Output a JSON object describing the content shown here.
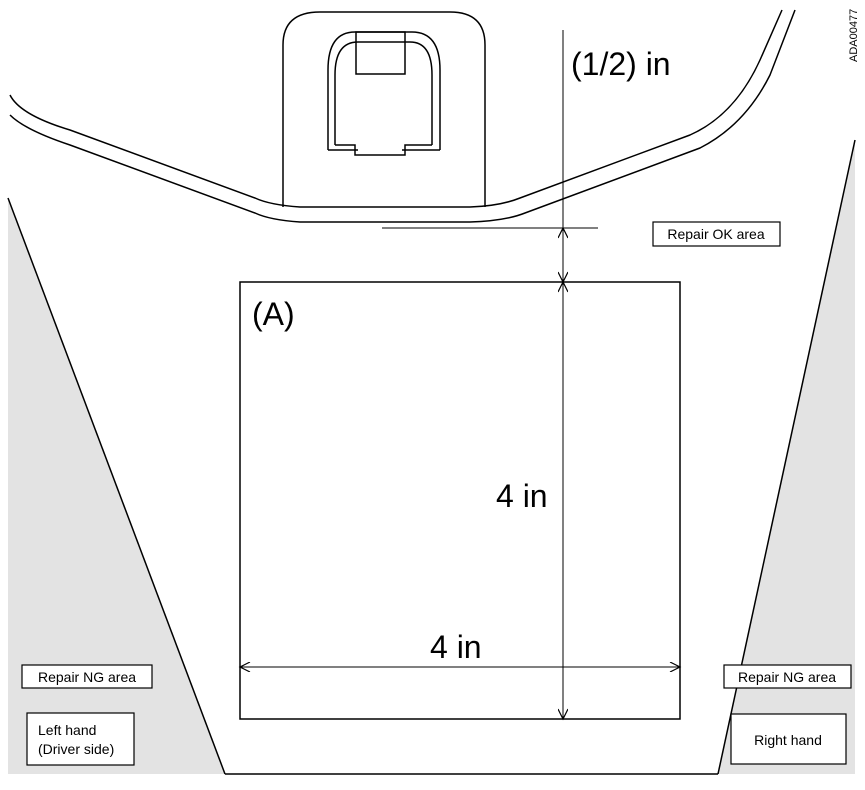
{
  "figure_code": "ADA00477",
  "dimensions": {
    "margin": "(1/2) in",
    "height": "4 in",
    "width": "4 in"
  },
  "area_label": "(A)",
  "labels": {
    "repair_ok": "Repair OK area",
    "repair_ng_left": "Repair NG area",
    "repair_ng_right": "Repair NG area",
    "left_hand_line1": "Left hand",
    "left_hand_line2": "(Driver side)",
    "right_hand": "Right hand"
  },
  "colors": {
    "ng_area": "#e3e3e3",
    "line": "#000000",
    "background": "#ffffff"
  }
}
